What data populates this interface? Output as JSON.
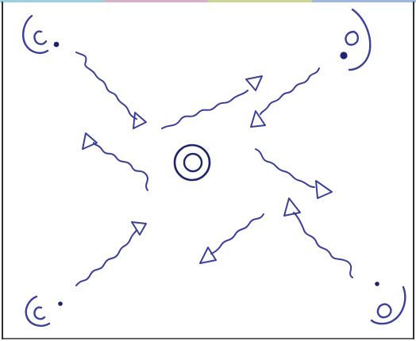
{
  "diagram": {
    "ink_color": "#3b3f9a",
    "dark_ink_color": "#20236e",
    "paper_color": "#ffffff",
    "frame_color": "#2f2f3a",
    "top_edge_colors": [
      "#9ad0e0",
      "#d8b0c8",
      "#c8d890",
      "#a0b8e0"
    ],
    "center_symbol": "concentric-circles",
    "corner_symbols": [
      "spiral-with-dot",
      "spiral-with-dot",
      "spiral-with-dot",
      "spiral-with-dot"
    ],
    "squiggle_arrow_count": 8
  }
}
